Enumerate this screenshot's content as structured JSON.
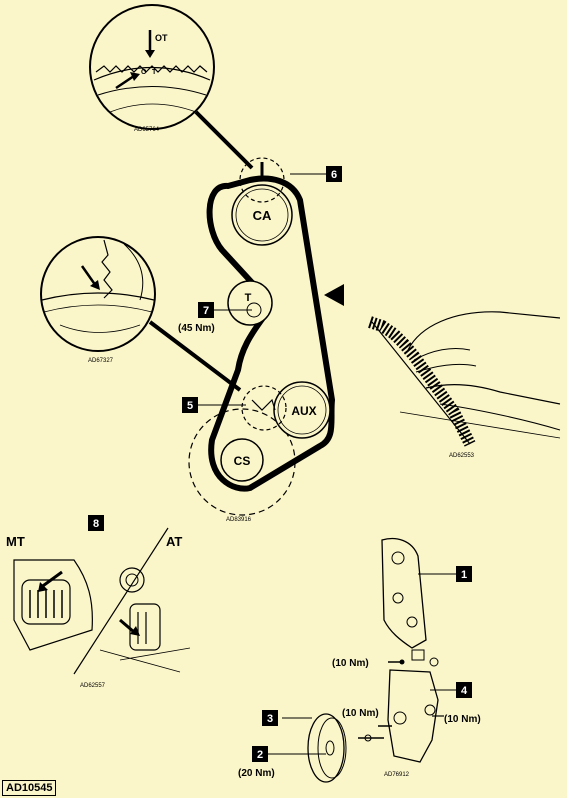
{
  "pulleys": {
    "ca": "CA",
    "aux": "AUX",
    "cs": "CS",
    "tensioner": "T"
  },
  "torques": {
    "tensioner": "(45 Nm)",
    "bolt_a": "(10 Nm)",
    "bolt_b": "(10 Nm)",
    "bolt_c": "(10 Nm)",
    "pulley_bolt": "(20 Nm)"
  },
  "callouts": {
    "c1": "1",
    "c2": "2",
    "c3": "3",
    "c4": "4",
    "c5": "5",
    "c6": "6",
    "c7": "7",
    "c8": "8"
  },
  "marks": {
    "ot": "OT",
    "o": "O",
    "t": "T"
  },
  "gearbox": {
    "mt": "MT",
    "at": "AT"
  },
  "codes": {
    "top": "AD65764",
    "left": "AD67327",
    "belt": "AD83916",
    "hand": "AD62553",
    "flywheel": "AD62557",
    "bracket": "AD76912"
  },
  "footer": "AD10545",
  "colors": {
    "background": "#fbf6c9",
    "ink": "#000000"
  }
}
